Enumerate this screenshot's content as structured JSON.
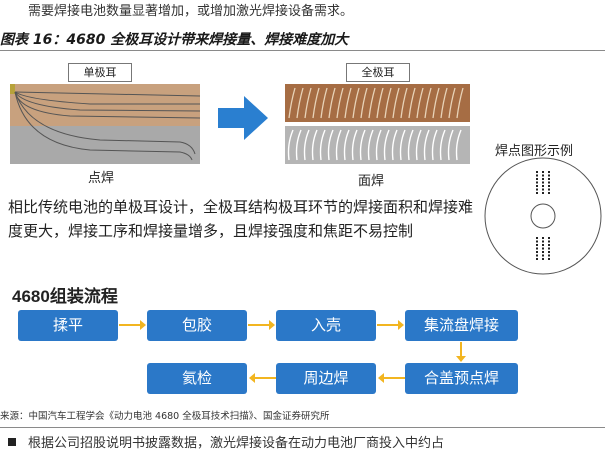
{
  "intro_line": "需要焊接电池数量显著增加，或增加激光焊接设备需求。",
  "figure": {
    "title": "图表 16：4680 全极耳设计带来焊接量、焊接难度加大",
    "left_label": "单极耳",
    "right_label": "全极耳",
    "left_caption": "点焊",
    "right_caption": "面焊",
    "legend_title": "焊点图形示例",
    "description": "相比传统电池的单极耳设计，全极耳结构极耳环节的焊接面积和焊接难度更大，焊接工序和焊接量增多，且焊接强度和焦距不易控制",
    "flow_title": "4680组装流程",
    "flow_steps": [
      "揉平",
      "包胶",
      "入壳",
      "集流盘焊接",
      "合盖预点焊",
      "周边焊",
      "氦检"
    ]
  },
  "source": "来源：中国汽车工程学会《动力电池 4680 全极耳技术扫描》、国金证券研究所",
  "bottom_text": "根据公司招股说明书披露数据，激光焊接设备在动力电池厂商投入中约占",
  "colors": {
    "step_blue": "#2b78c8",
    "arrow_orange": "#f2b520",
    "big_arrow": "#2a7fd0"
  }
}
